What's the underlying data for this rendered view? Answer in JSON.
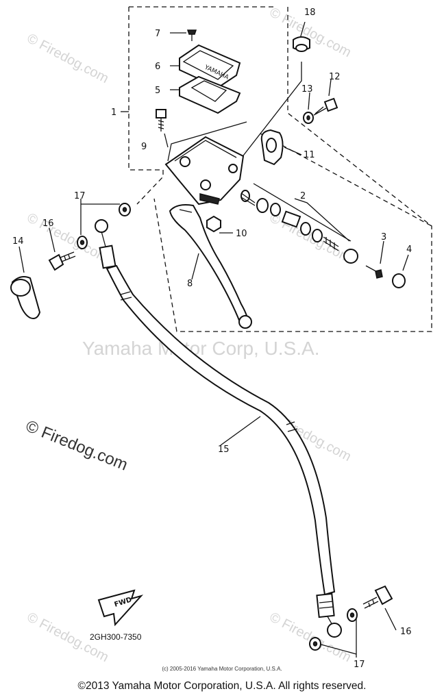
{
  "labels": {
    "p1": "1",
    "p2": "2",
    "p3": "3",
    "p4": "4",
    "p5": "5",
    "p6": "6",
    "p7": "7",
    "p8": "8",
    "p9": "9",
    "p10": "10",
    "p11": "11",
    "p12": "12",
    "p13": "13",
    "p14": "14",
    "p15": "15",
    "p16a": "16",
    "p16b": "16",
    "p17a": "17",
    "p17b": "17",
    "p18": "18"
  },
  "reservoir_cap_text": "YAMAHA",
  "fwd_text": "FWD",
  "diagram_code": "2GH300-7350",
  "small_copyright": "(c) 2005-2016 Yamaha Motor Corporation, U.S.A.",
  "watermarks": {
    "center": "Yamaha Motor Corp, U.S.A.",
    "firedog": "© Firedog.com"
  },
  "copyright": "©2013 Yamaha Motor Corporation, U.S.A. All rights reserved."
}
